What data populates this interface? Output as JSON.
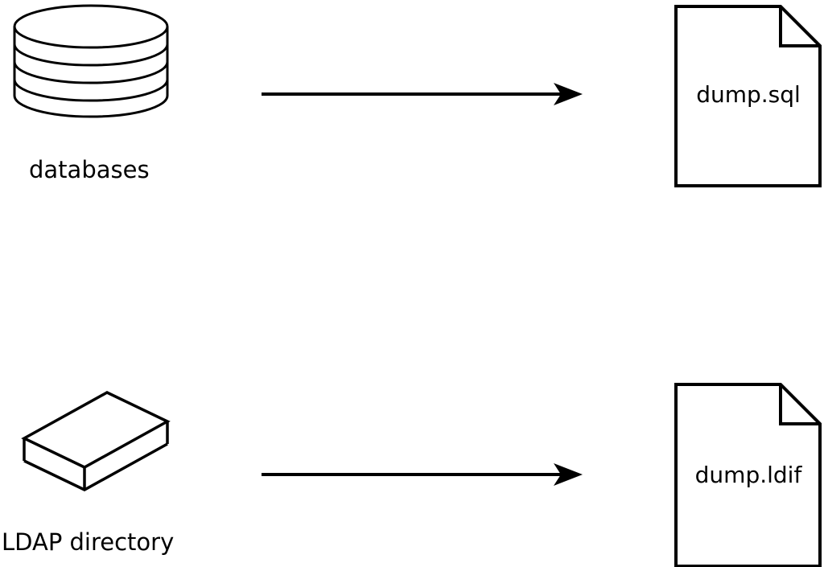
{
  "diagram": {
    "background_color": "#ffffff",
    "line_color": "#000000",
    "rows": [
      {
        "source": {
          "icon": "database-cylinder-icon",
          "label": "databases"
        },
        "arrow": {
          "direction": "right"
        },
        "target": {
          "icon": "document-icon",
          "label": "dump.sql"
        }
      },
      {
        "source": {
          "icon": "isometric-box-icon",
          "label": "LDAP directory"
        },
        "arrow": {
          "direction": "right"
        },
        "target": {
          "icon": "document-icon",
          "label": "dump.ldif"
        }
      }
    ]
  }
}
